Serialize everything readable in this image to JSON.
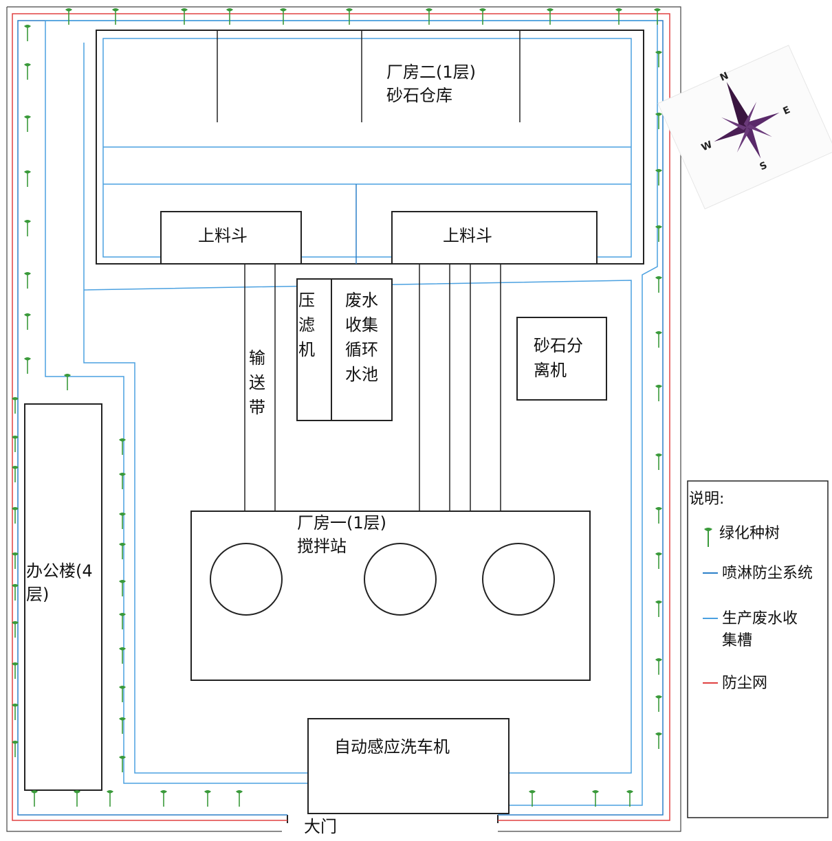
{
  "diagram": {
    "buildings": {
      "factory2": {
        "line1": "厂房二(1层)",
        "line2": "砂石仓库"
      },
      "hopper_left": "上料斗",
      "hopper_right": "上料斗",
      "filter_press": {
        "line1": "压",
        "line2": "滤",
        "line3": "机"
      },
      "wastewater_pool": {
        "line1": "废水",
        "line2": "收集",
        "line3": "循环",
        "line4": "水池"
      },
      "conveyor": {
        "line1": "输",
        "line2": "送",
        "line3": "带"
      },
      "separator": {
        "line1": "砂石分",
        "line2": "离机"
      },
      "factory1": {
        "line1": "厂房一(1层)",
        "line2": "搅拌站"
      },
      "office": {
        "line1": "办公楼(4",
        "line2": "层)"
      },
      "car_washer": "自动感应洗车机",
      "gate": "大门"
    },
    "compass": {
      "n": "N",
      "e": "E",
      "s": "S",
      "w": "W"
    },
    "legend": {
      "title": "说明:",
      "items": [
        {
          "label": "绿化种树",
          "icon": "tree-icon",
          "color": "#3a9a3a"
        },
        {
          "label": "喷淋防尘系统",
          "icon": "blue-line-icon",
          "color": "#2a7fc8"
        },
        {
          "label": "生产废水收",
          "label2": "集槽",
          "icon": "light-blue-line-icon",
          "color": "#4aa0e0"
        },
        {
          "label": "防尘网",
          "icon": "red-line-icon",
          "color": "#e04040"
        }
      ]
    },
    "colors": {
      "outline": "#222222",
      "spray": "#2a7fc8",
      "drain": "#4aa0e0",
      "dust_net": "#e04040",
      "tree": "#3a9a3a"
    }
  }
}
